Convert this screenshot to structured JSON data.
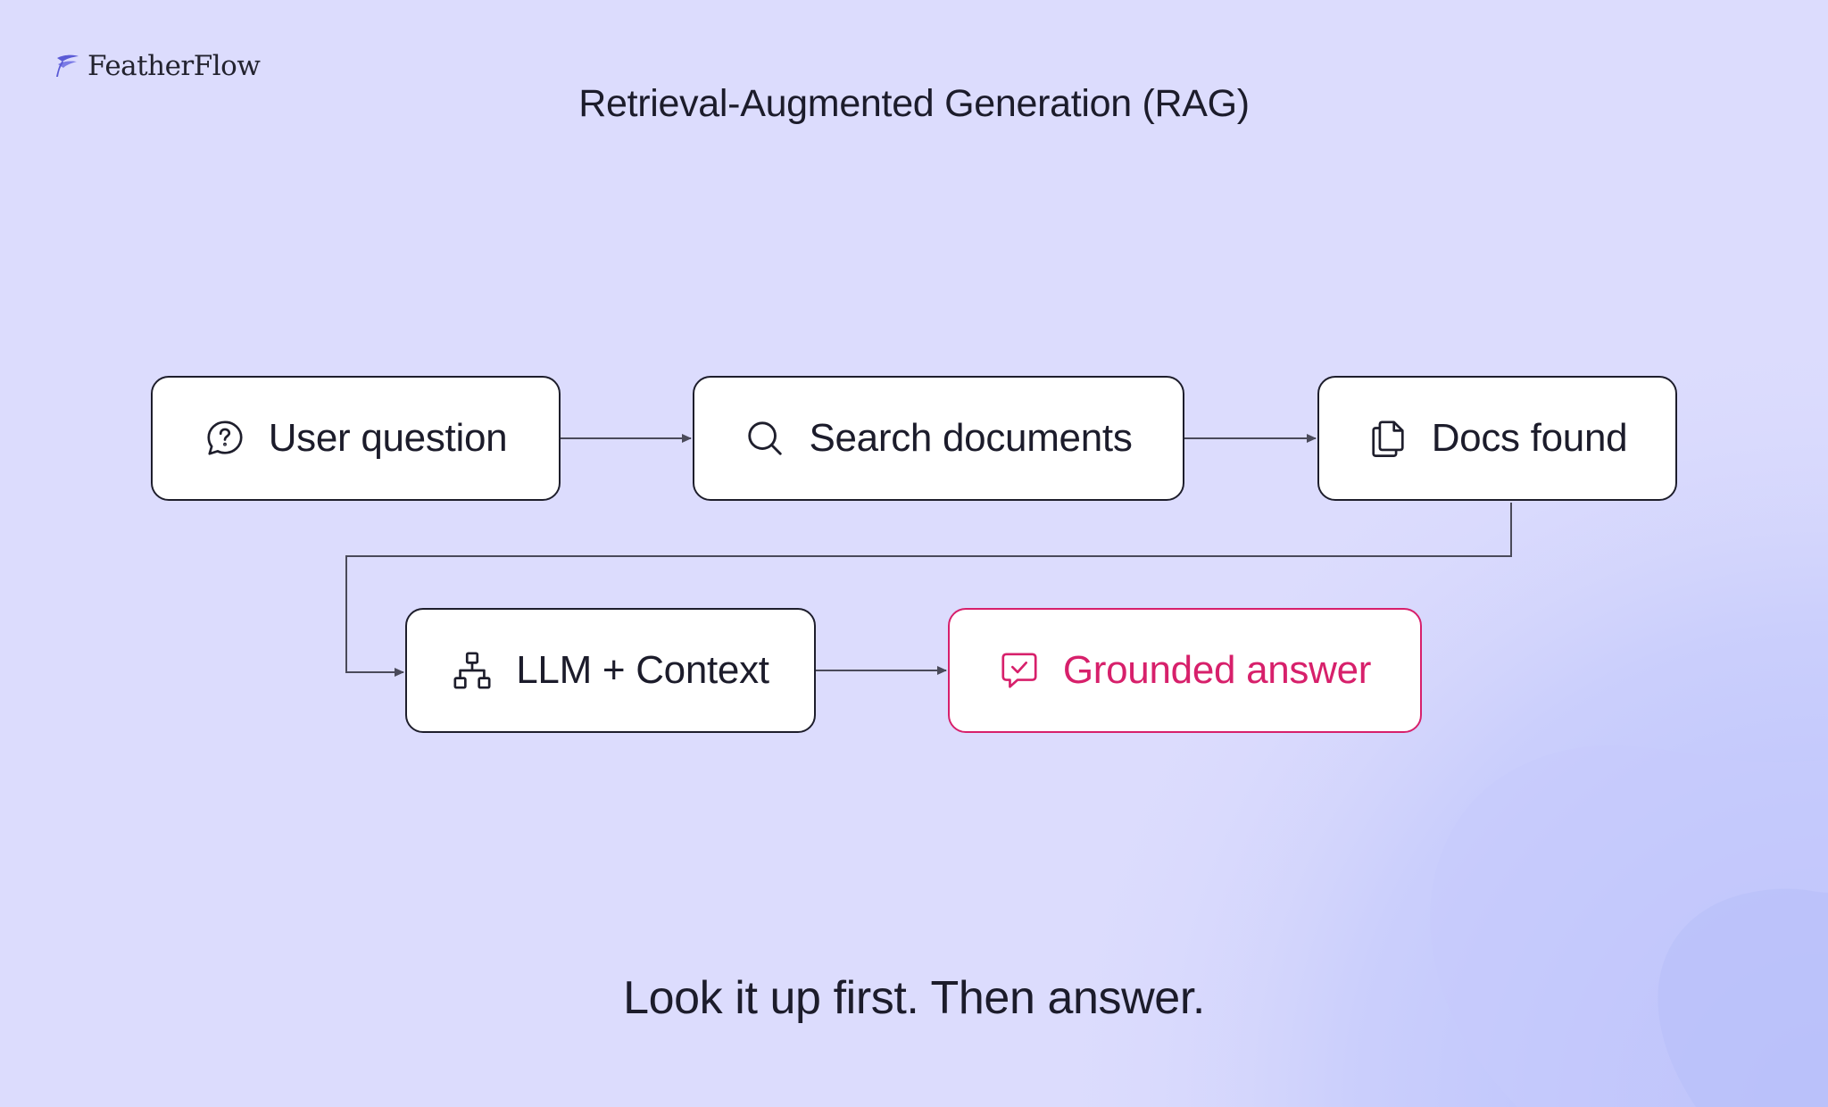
{
  "brand": {
    "name": "FeatherFlow",
    "logo_icon": "feather-icon",
    "color": "#5b5bd6"
  },
  "title": "Retrieval-Augmented Generation (RAG)",
  "nodes": [
    {
      "label": "User question",
      "icon": "question-bubble-icon"
    },
    {
      "label": "Search documents",
      "icon": "search-icon"
    },
    {
      "label": "Docs found",
      "icon": "documents-icon"
    },
    {
      "label": "LLM + Context",
      "icon": "network-icon"
    },
    {
      "label": "Grounded answer",
      "icon": "check-bubble-icon",
      "accent": "#d7206b"
    }
  ],
  "tagline": "Look it up first. Then answer.",
  "colors": {
    "background": "#dcdcfd",
    "node_border": "#1e1e2c",
    "connector": "#4a4a5a",
    "accent": "#d7206b"
  }
}
